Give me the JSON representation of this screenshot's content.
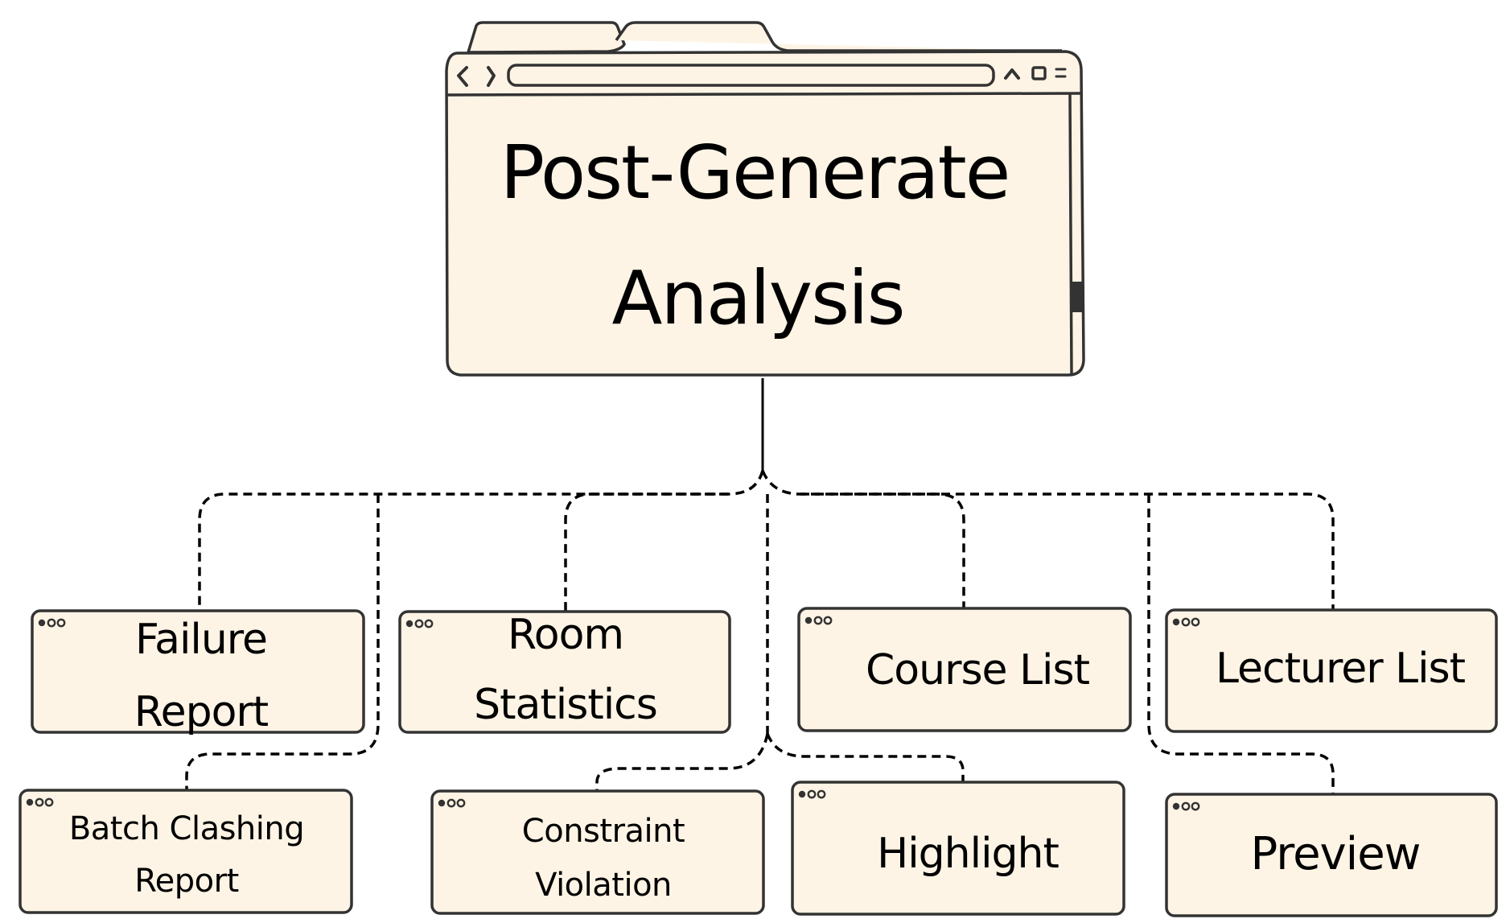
{
  "diagram": {
    "type": "hierarchy",
    "root": {
      "id": "post-generate-analysis",
      "title_lines": [
        "Post-Generate",
        "Analysis"
      ]
    },
    "children": [
      {
        "id": "failure-report",
        "lines": [
          "Failure",
          "Report"
        ],
        "parent": "post-generate-analysis"
      },
      {
        "id": "room-statistics",
        "lines": [
          "Room",
          "Statistics"
        ],
        "parent": "post-generate-analysis"
      },
      {
        "id": "course-list",
        "lines": [
          "Course List"
        ],
        "parent": "post-generate-analysis"
      },
      {
        "id": "lecturer-list",
        "lines": [
          "Lecturer List"
        ],
        "parent": "post-generate-analysis"
      },
      {
        "id": "batch-clashing-report",
        "lines": [
          "Batch Clashing",
          "Report"
        ],
        "parent": "post-generate-analysis"
      },
      {
        "id": "constraint-violation",
        "lines": [
          "Constraint",
          "Violation"
        ],
        "parent": "post-generate-analysis"
      },
      {
        "id": "highlight",
        "lines": [
          "Highlight"
        ],
        "parent": "post-generate-analysis"
      },
      {
        "id": "preview",
        "lines": [
          "Preview"
        ],
        "parent": "post-generate-analysis"
      }
    ],
    "colors": {
      "box_fill": "#fdf4e5",
      "box_stroke": "#333333",
      "connector": "#000000",
      "background": "#ffffff"
    },
    "icons": {
      "window_dots": "window-controls-dots",
      "root_nav": [
        "chevron-left-icon",
        "chevron-right-icon",
        "caret-up-icon",
        "square-icon",
        "menu-lines-icon"
      ]
    }
  }
}
